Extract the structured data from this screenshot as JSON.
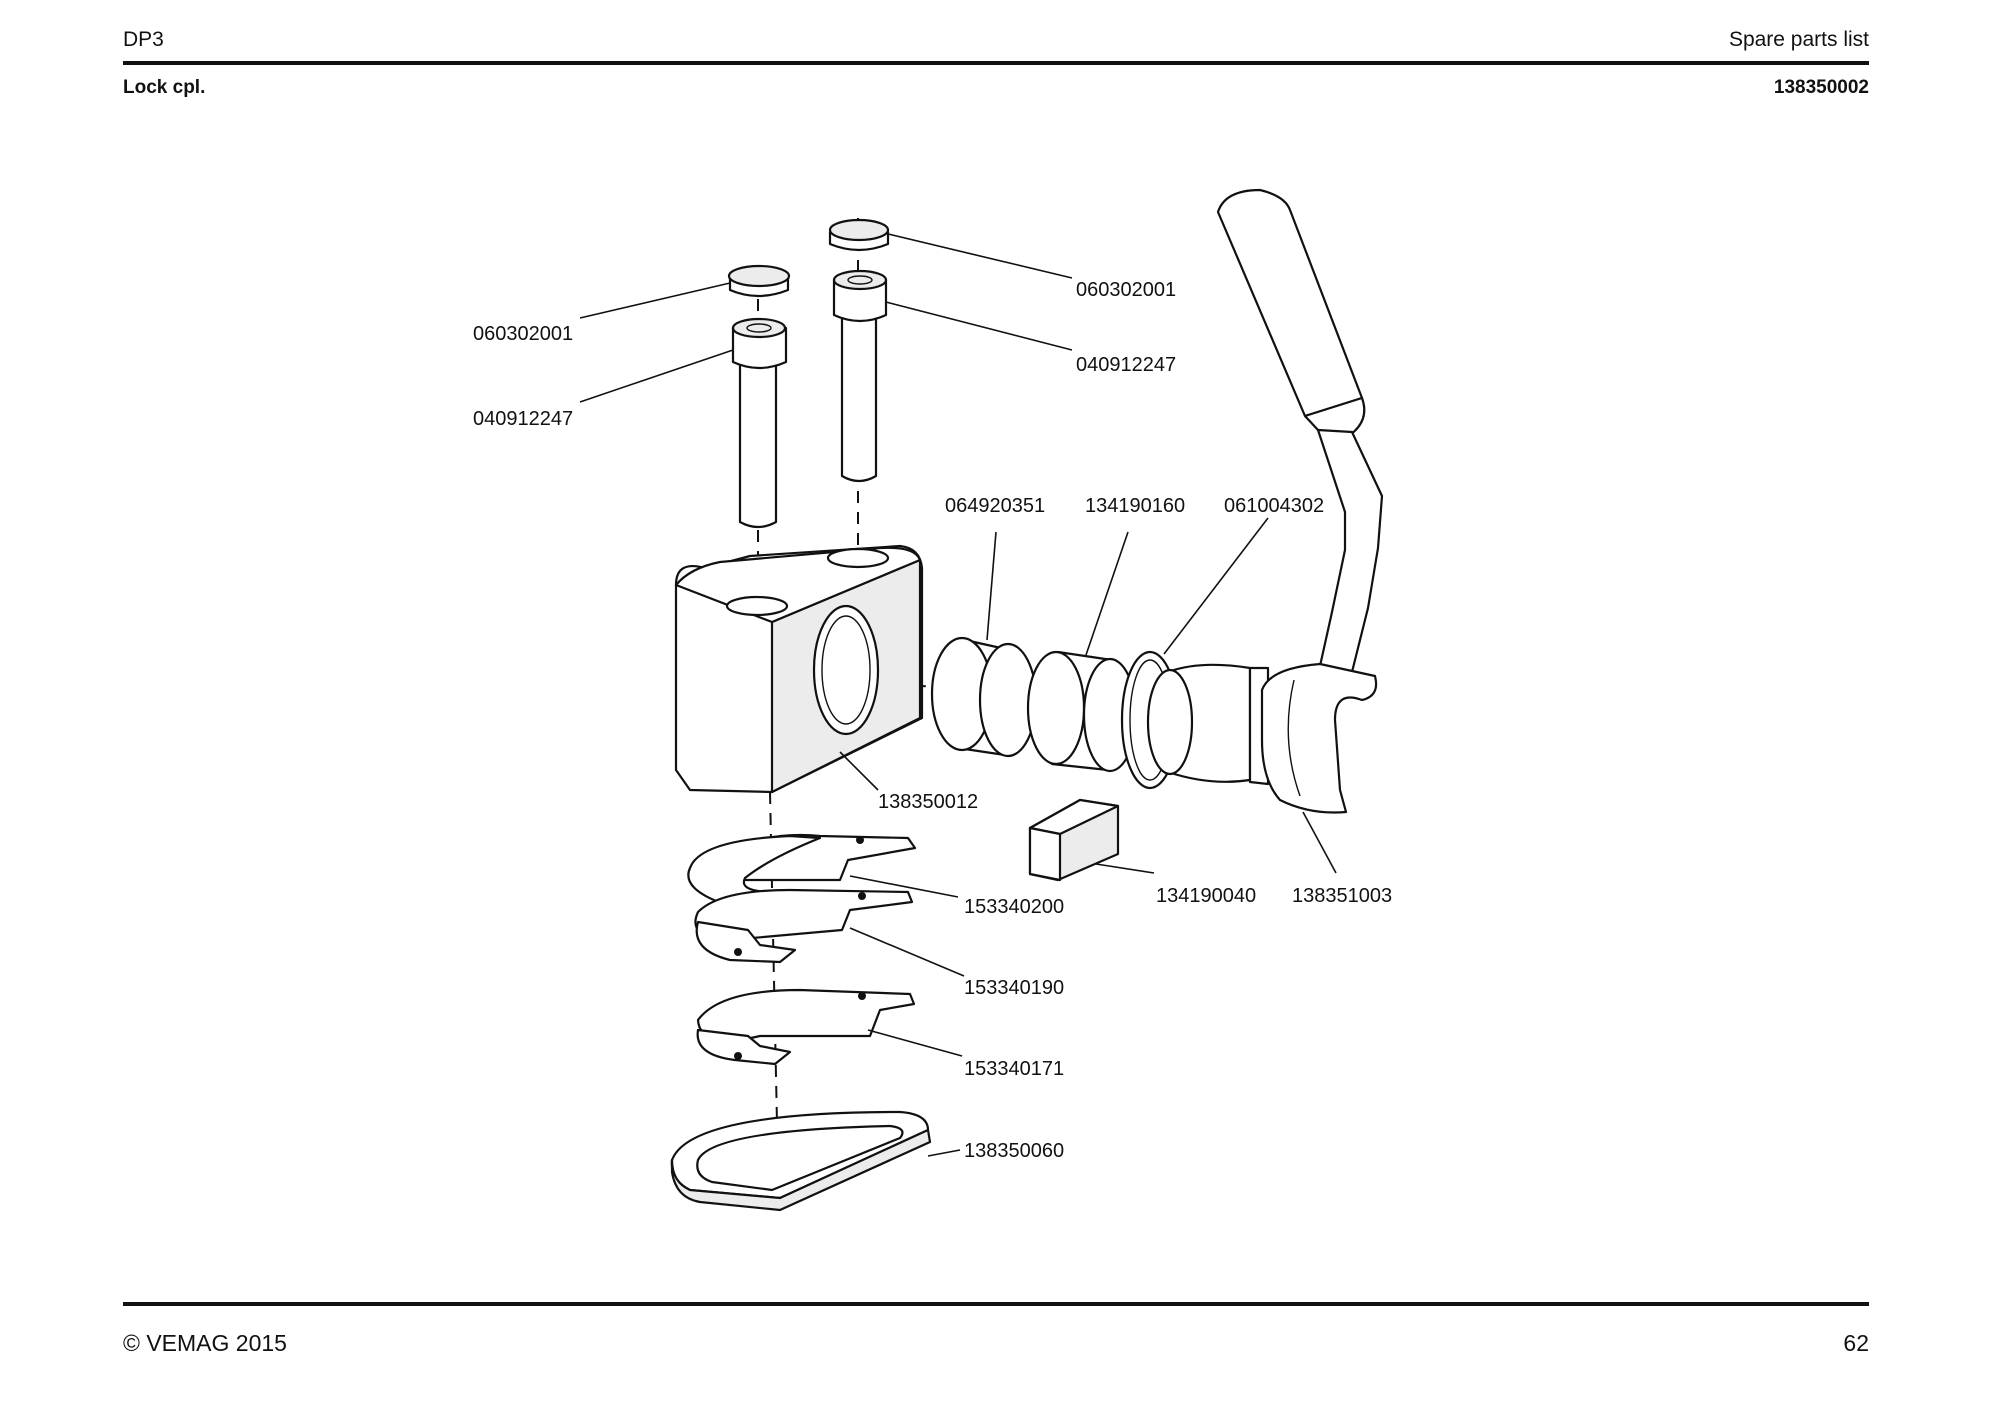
{
  "header": {
    "model": "DP3",
    "document_type": "Spare parts list"
  },
  "subheader": {
    "assembly_name": "Lock cpl.",
    "assembly_number": "138350002"
  },
  "footer": {
    "copyright": "© VEMAG 2015",
    "page_number": "62"
  },
  "callouts": [
    "060302001",
    "060302001",
    "040912247",
    "040912247",
    "064920351",
    "134190160",
    "061004302",
    "138350012",
    "153340200",
    "134190040",
    "138351003",
    "153340190",
    "153340171",
    "138350060"
  ]
}
